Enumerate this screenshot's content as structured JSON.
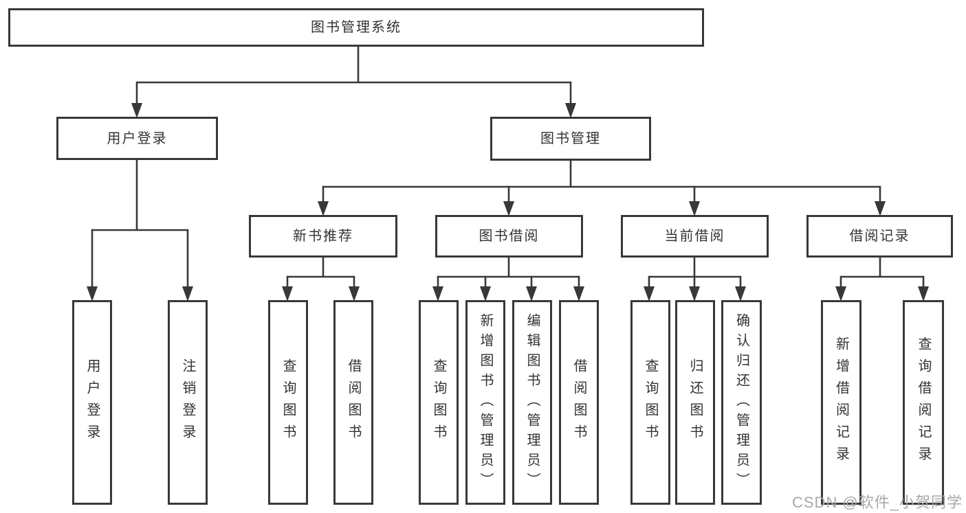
{
  "diagram": {
    "root": {
      "label": "图书管理系统"
    },
    "branches": [
      {
        "label": "用户登录",
        "children": [
          {
            "label": "用户登录"
          },
          {
            "label": "注销登录"
          }
        ]
      },
      {
        "label": "图书管理",
        "groups": [
          {
            "label": "新书推荐",
            "children": [
              {
                "label": "查询图书"
              },
              {
                "label": "借阅图书"
              }
            ]
          },
          {
            "label": "图书借阅",
            "children": [
              {
                "label": "查询图书"
              },
              {
                "label": "新增图书（管理员）"
              },
              {
                "label": "编辑图书（管理员）"
              },
              {
                "label": "借阅图书"
              }
            ]
          },
          {
            "label": "当前借阅",
            "children": [
              {
                "label": "查询图书"
              },
              {
                "label": "归还图书"
              },
              {
                "label": "确认归还（管理员）"
              }
            ]
          },
          {
            "label": "借阅记录",
            "children": [
              {
                "label": "新增借阅记录"
              },
              {
                "label": "查询借阅记录"
              }
            ]
          }
        ]
      }
    ],
    "watermark": "CSDN @软件_小贺同学",
    "colors": {
      "line": "#383838",
      "text": "#333333",
      "watermark": "#a8a8a8"
    }
  }
}
